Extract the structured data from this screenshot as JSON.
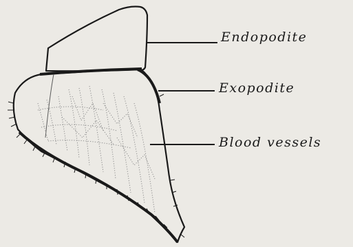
{
  "labels": {
    "endopodite": "Endopodite",
    "exopodite": "Exopodite",
    "blood_vessels": "Blood vessels"
  },
  "colors": {
    "paper": "#eceae5",
    "ink": "#1a1a1a",
    "vessel_stipple": "#8a8a8a"
  }
}
